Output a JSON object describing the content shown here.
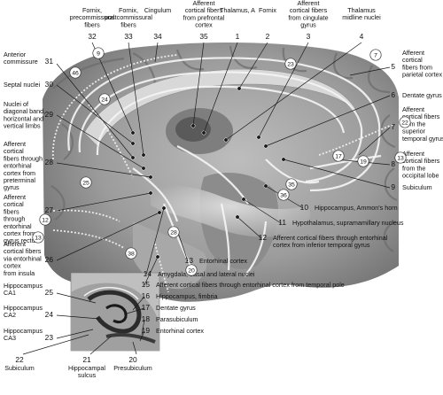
{
  "top_labels": [
    {
      "id": "32",
      "text": [
        "Fornix,",
        "precommissural",
        "fibers"
      ]
    },
    {
      "id": "33",
      "text": [
        "Fornix,",
        "postcommissural",
        "fibers"
      ]
    },
    {
      "id": "34",
      "text": [
        "Cingulum"
      ]
    },
    {
      "id": "35",
      "text": [
        "Afferent",
        "cortical fibers",
        "from prefrontal",
        "cortex"
      ]
    },
    {
      "id": "1",
      "text": [
        "Thalamus, A"
      ]
    },
    {
      "id": "2",
      "text": [
        "Fornix"
      ]
    },
    {
      "id": "3",
      "text": [
        "Afferent",
        "cortical fibers",
        "from cingulate",
        "gyrus"
      ]
    },
    {
      "id": "4",
      "text": [
        "Thalamus",
        "midline nuclei"
      ]
    }
  ],
  "right_labels": [
    {
      "id": "5",
      "text": [
        "Afferent",
        "cortical",
        "fibers from",
        "parietal cortex"
      ]
    },
    {
      "id": "6",
      "text": [
        "Dentate gyrus"
      ]
    },
    {
      "id": "7",
      "text": [
        "Afferent",
        "cortical fibers",
        "from the",
        "superior",
        "temporal gyrus"
      ]
    },
    {
      "id": "8",
      "text": [
        "Afferent",
        "cortical fibers",
        "from the",
        "occipital lobe"
      ]
    },
    {
      "id": "9",
      "text": [
        "Subiculum"
      ]
    },
    {
      "id": "10",
      "text": [
        "Hippocampus, Ammon's horn"
      ]
    },
    {
      "id": "11",
      "text": [
        "Hypothalamus, supramamillary nucleus"
      ]
    },
    {
      "id": "12",
      "text": [
        "Afferent cortical fibers through entorhinal",
        "cortex from inferior temporal gyrus"
      ]
    },
    {
      "id": "13",
      "text": [
        "Entorhinal cortex"
      ]
    },
    {
      "id": "14",
      "text": [
        "Amygdala, basal and lateral nuclei"
      ]
    },
    {
      "id": "15",
      "text": [
        "Afferent cortical fibers through entorhinal cortex from temporal pole"
      ]
    },
    {
      "id": "16",
      "text": [
        "Hippocampus, fimbria"
      ]
    },
    {
      "id": "17",
      "text": [
        "Dentate gyrus"
      ]
    },
    {
      "id": "18",
      "text": [
        "Parasubiculum"
      ]
    },
    {
      "id": "19",
      "text": [
        "Entorhinal cortex"
      ]
    }
  ],
  "left_labels": [
    {
      "id": "31",
      "text": [
        "Anterior",
        "commissure"
      ]
    },
    {
      "id": "30",
      "text": [
        "Septal nuclei"
      ]
    },
    {
      "id": "29",
      "text": [
        "Nuclei of",
        "diagonal band,",
        "horizontal and",
        "vertical limbs"
      ]
    },
    {
      "id": "28",
      "text": [
        "Afferent",
        "cortical",
        "fibers through",
        "entorhinal",
        "cortex from",
        "preterminal",
        "gyrus"
      ]
    },
    {
      "id": "27",
      "text": [
        "Afferent",
        "cortical",
        "fibers",
        "through",
        "entorhinal",
        "cortex from",
        "gyrus rectus"
      ]
    },
    {
      "id": "26",
      "text": [
        "Afferent",
        "cortical fibers",
        "via entorhinal",
        "cortex",
        "from insula"
      ]
    },
    {
      "id": "25",
      "text": [
        "Hippocampus",
        "CA1"
      ]
    },
    {
      "id": "24",
      "text": [
        "Hippocampus",
        "CA2"
      ]
    },
    {
      "id": "23",
      "text": [
        "Hippocampus",
        "CA3"
      ]
    }
  ],
  "bottom_labels": [
    {
      "id": "22",
      "text": [
        "Subiculum"
      ]
    },
    {
      "id": "21",
      "text": [
        "Hippocampal",
        "sulcus"
      ]
    },
    {
      "id": "20",
      "text": [
        "Presubiculum"
      ]
    }
  ],
  "circle_markers": [
    "9",
    "46",
    "24",
    "23",
    "7",
    "22",
    "13",
    "25",
    "12",
    "13",
    "38",
    "28",
    "20",
    "35",
    "36",
    "17",
    "19"
  ]
}
